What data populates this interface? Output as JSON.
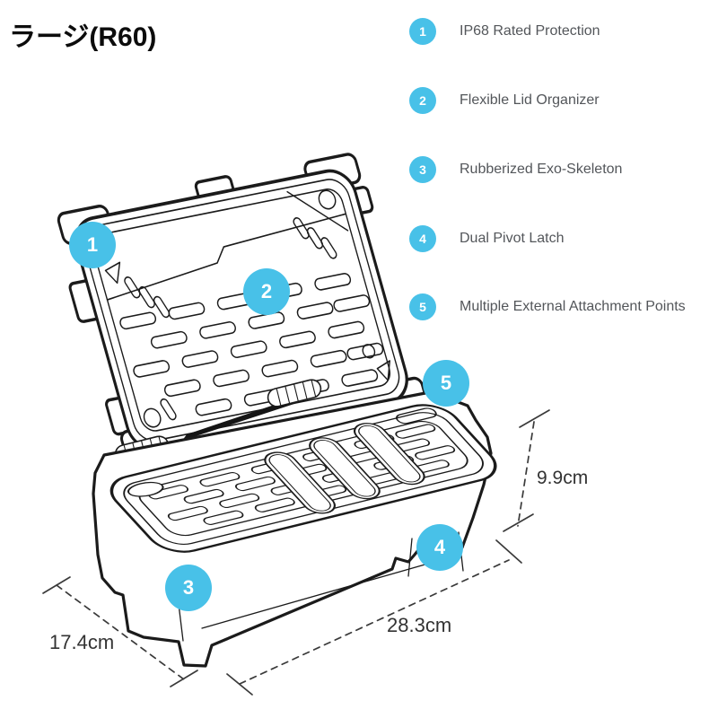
{
  "title": "ラージ(R60)",
  "accent_color": "#48c1e8",
  "line_color": "#1b1b1b",
  "features": [
    {
      "num": "1",
      "label": "IP68 Rated Protection"
    },
    {
      "num": "2",
      "label": "Flexible Lid Organizer"
    },
    {
      "num": "3",
      "label": "Rubberized Exo-Skeleton"
    },
    {
      "num": "4",
      "label": "Dual Pivot Latch"
    },
    {
      "num": "5",
      "label": "Multiple External Attachment Points"
    }
  ],
  "dimensions": {
    "height": "9.9cm",
    "length": "28.3cm",
    "depth": "17.4cm"
  }
}
